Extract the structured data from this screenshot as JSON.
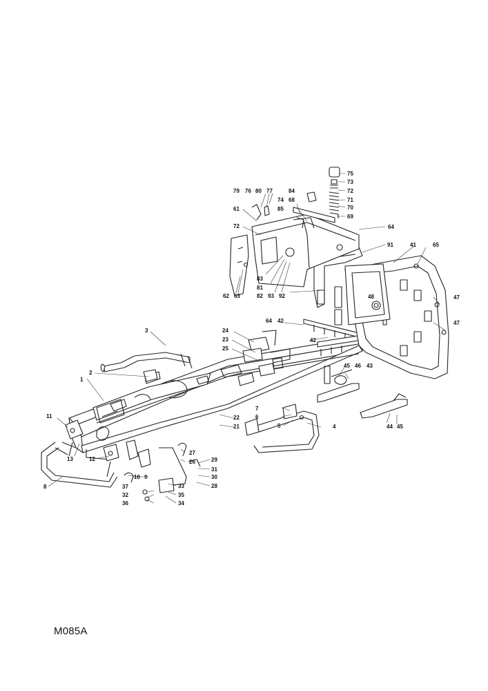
{
  "diagram_code": "M085A",
  "callouts": [
    "75",
    "73",
    "72",
    "71",
    "70",
    "69",
    "79",
    "76",
    "80",
    "77",
    "84",
    "74",
    "68",
    "85",
    "61",
    "72",
    "64",
    "91",
    "41",
    "65",
    "83",
    "81",
    "82",
    "93",
    "92",
    "62",
    "63",
    "48",
    "47",
    "47",
    "24",
    "64",
    "42",
    "23",
    "25",
    "42",
    "3",
    "45",
    "46",
    "43",
    "2",
    "1",
    "7",
    "6",
    "5",
    "4",
    "44",
    "45",
    "11",
    "22",
    "21",
    "13",
    "12",
    "27",
    "26",
    "29",
    "31",
    "30",
    "28",
    "10",
    "9",
    "37",
    "33",
    "32",
    "35",
    "36",
    "34",
    "8"
  ]
}
